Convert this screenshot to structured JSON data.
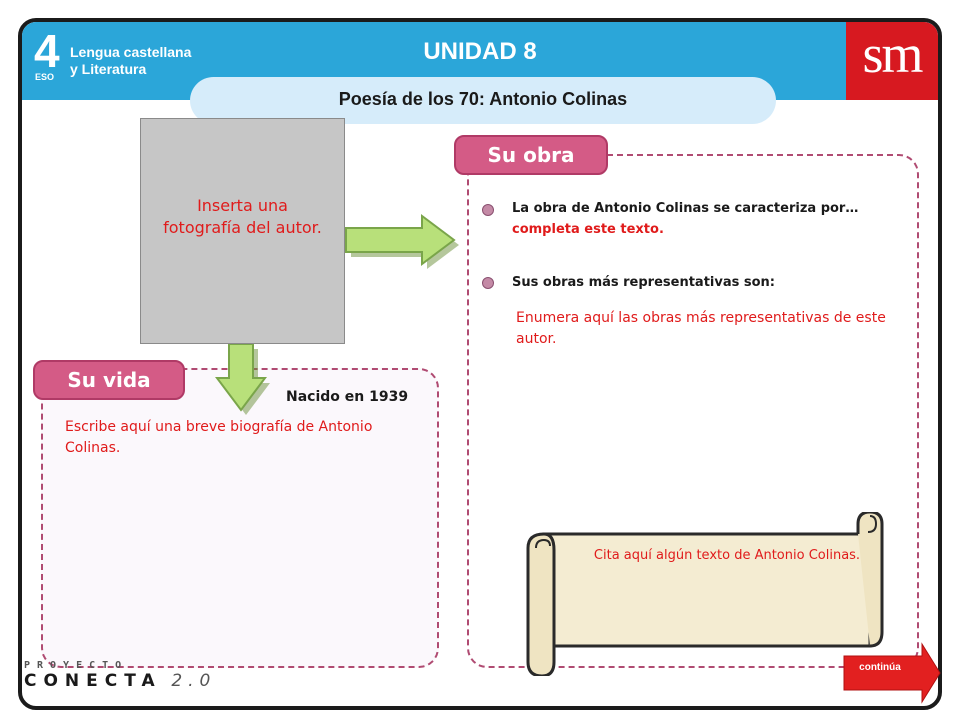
{
  "header": {
    "grade_number": "4",
    "grade_level": "ESO",
    "subject_line1": "Lengua castellana",
    "subject_line2": "y Literatura",
    "unit_title": "UNIDAD 8",
    "publisher_logo": "sm",
    "topic": "Poesía de los 70: Antonio Colinas"
  },
  "photo": {
    "placeholder_line1": "Inserta una",
    "placeholder_line2": "fotografía del autor."
  },
  "su_vida": {
    "tab_label": "Su vida",
    "born": "Nacido en 1939",
    "text": "Escribe aquí una breve biografía de Antonio Colinas."
  },
  "su_obra": {
    "tab_label": "Su obra",
    "bullet1_black": "La obra de Antonio Colinas se caracteriza por… ",
    "bullet1_red": "completa este texto.",
    "bullet2": "Sus obras más representativas son:",
    "list_text": "Enumera aquí las obras más representativas de este autor.",
    "quote": "Cita aquí algún texto de Antonio Colinas."
  },
  "footer": {
    "brand_top": "PROYECTO",
    "brand_main": "CONECTA",
    "brand_version": "2.0",
    "continue_label": "continúa"
  },
  "colors": {
    "header_blue": "#2ba6d9",
    "topic_pill": "#d6ecfa",
    "tab_pink": "#d45b86",
    "accent_red": "#e01b1b",
    "arrow_green": "#a6d85b",
    "brand_red": "#d71920"
  }
}
